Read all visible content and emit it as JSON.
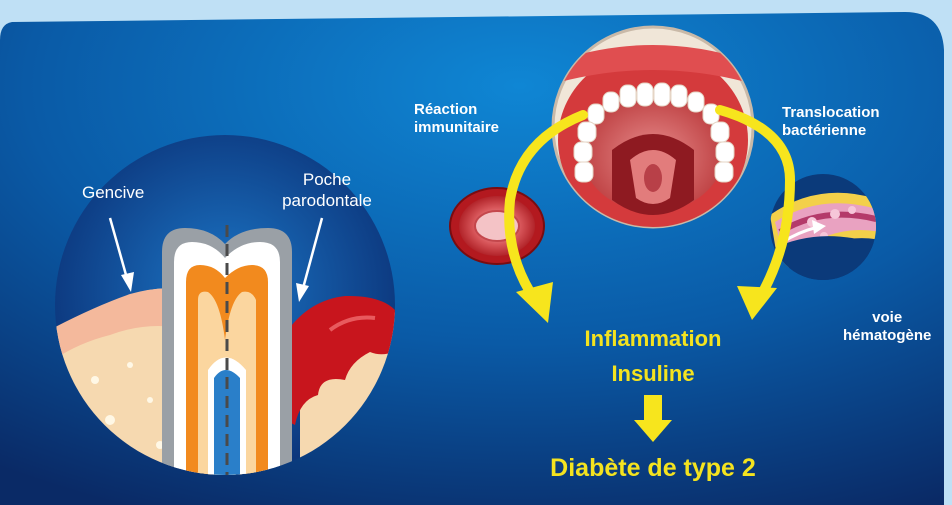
{
  "labels": {
    "gencive": "Gencive",
    "poche_line1": "Poche",
    "poche_line2": "parodontale",
    "reaction_line1": "Réaction",
    "reaction_line2": "immunitaire",
    "translocation_line1": "Translocation",
    "translocation_line2": "bactérienne",
    "voie_line1": "voie",
    "voie_line2": "hématogène",
    "inflammation": "Inflammation",
    "insuline": "Insuline",
    "diabete": "Diabète de type 2"
  },
  "colors": {
    "panel_dark": "#0a2a6a",
    "panel_mid": "#0b6fb8",
    "arrow_yellow": "#f7e51d",
    "gum_red": "#c8151d",
    "pulp_orange": "#f28a1e"
  }
}
